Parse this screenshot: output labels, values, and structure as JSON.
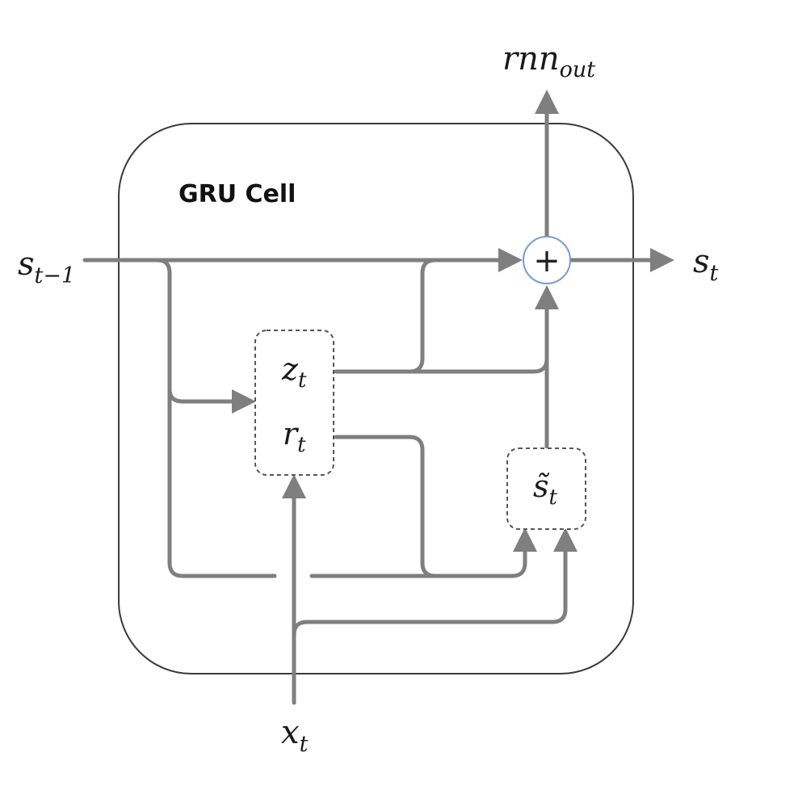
{
  "title": "GRU Cell",
  "inputs": {
    "prev_state": {
      "base": "s",
      "sub": "t−1"
    },
    "x": {
      "base": "x",
      "sub": "t"
    }
  },
  "outputs": {
    "state": {
      "base": "s",
      "sub": "t"
    },
    "rnn_out": {
      "base": "rnn",
      "sub": "out"
    }
  },
  "gates": {
    "update": {
      "base": "z",
      "sub": "t"
    },
    "reset": {
      "base": "r",
      "sub": "t"
    },
    "candidate": {
      "base": "s̃",
      "sub": "t"
    }
  },
  "combine_symbol": "+",
  "colors": {
    "wire": "#7f7f7f",
    "cell_border": "#3a3a3a",
    "combine_ring": "#7a9ad6"
  }
}
